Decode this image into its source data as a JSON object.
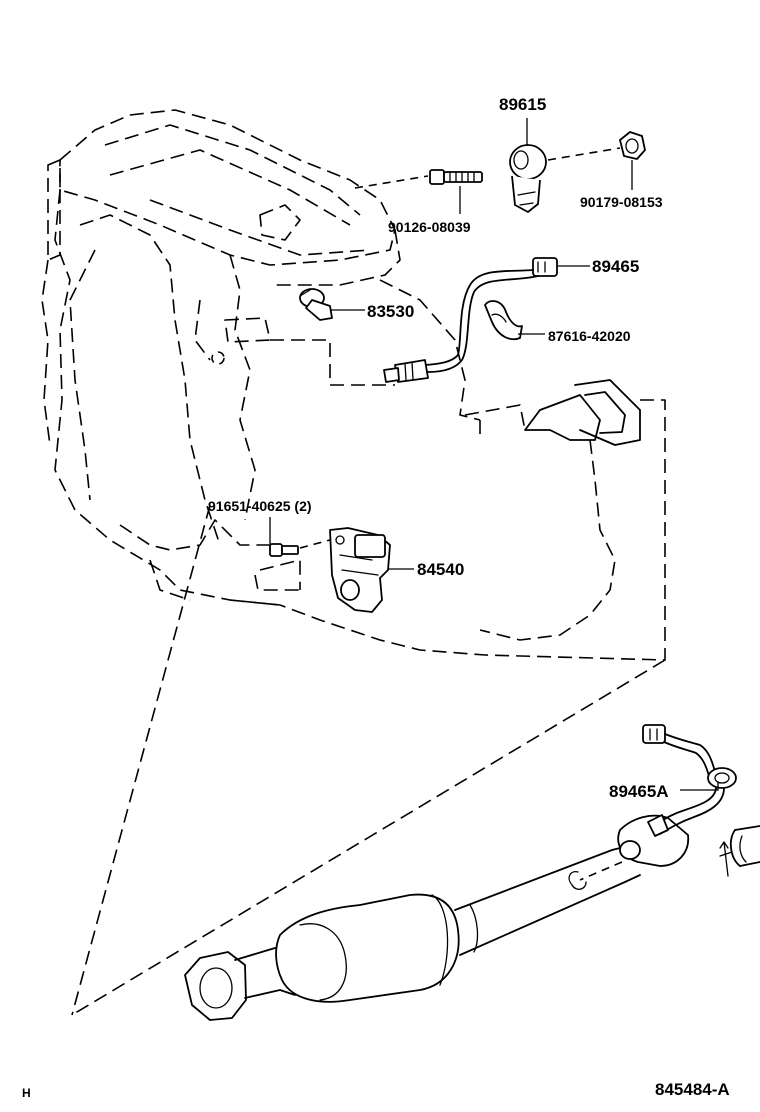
{
  "parts": {
    "knock_sensor": "89615",
    "stud_bolt": "90126-08039",
    "nut": "90179-08153",
    "oxygen_sensor": "89465",
    "clamp": "87616-42020",
    "oil_pressure_switch": "83530",
    "bolt": "91651-40625 (2)",
    "neutral_start_switch": "84540",
    "oxygen_sensor_a": "89465A"
  },
  "footer": {
    "left_code": "H",
    "figure_code": "845484-A"
  }
}
